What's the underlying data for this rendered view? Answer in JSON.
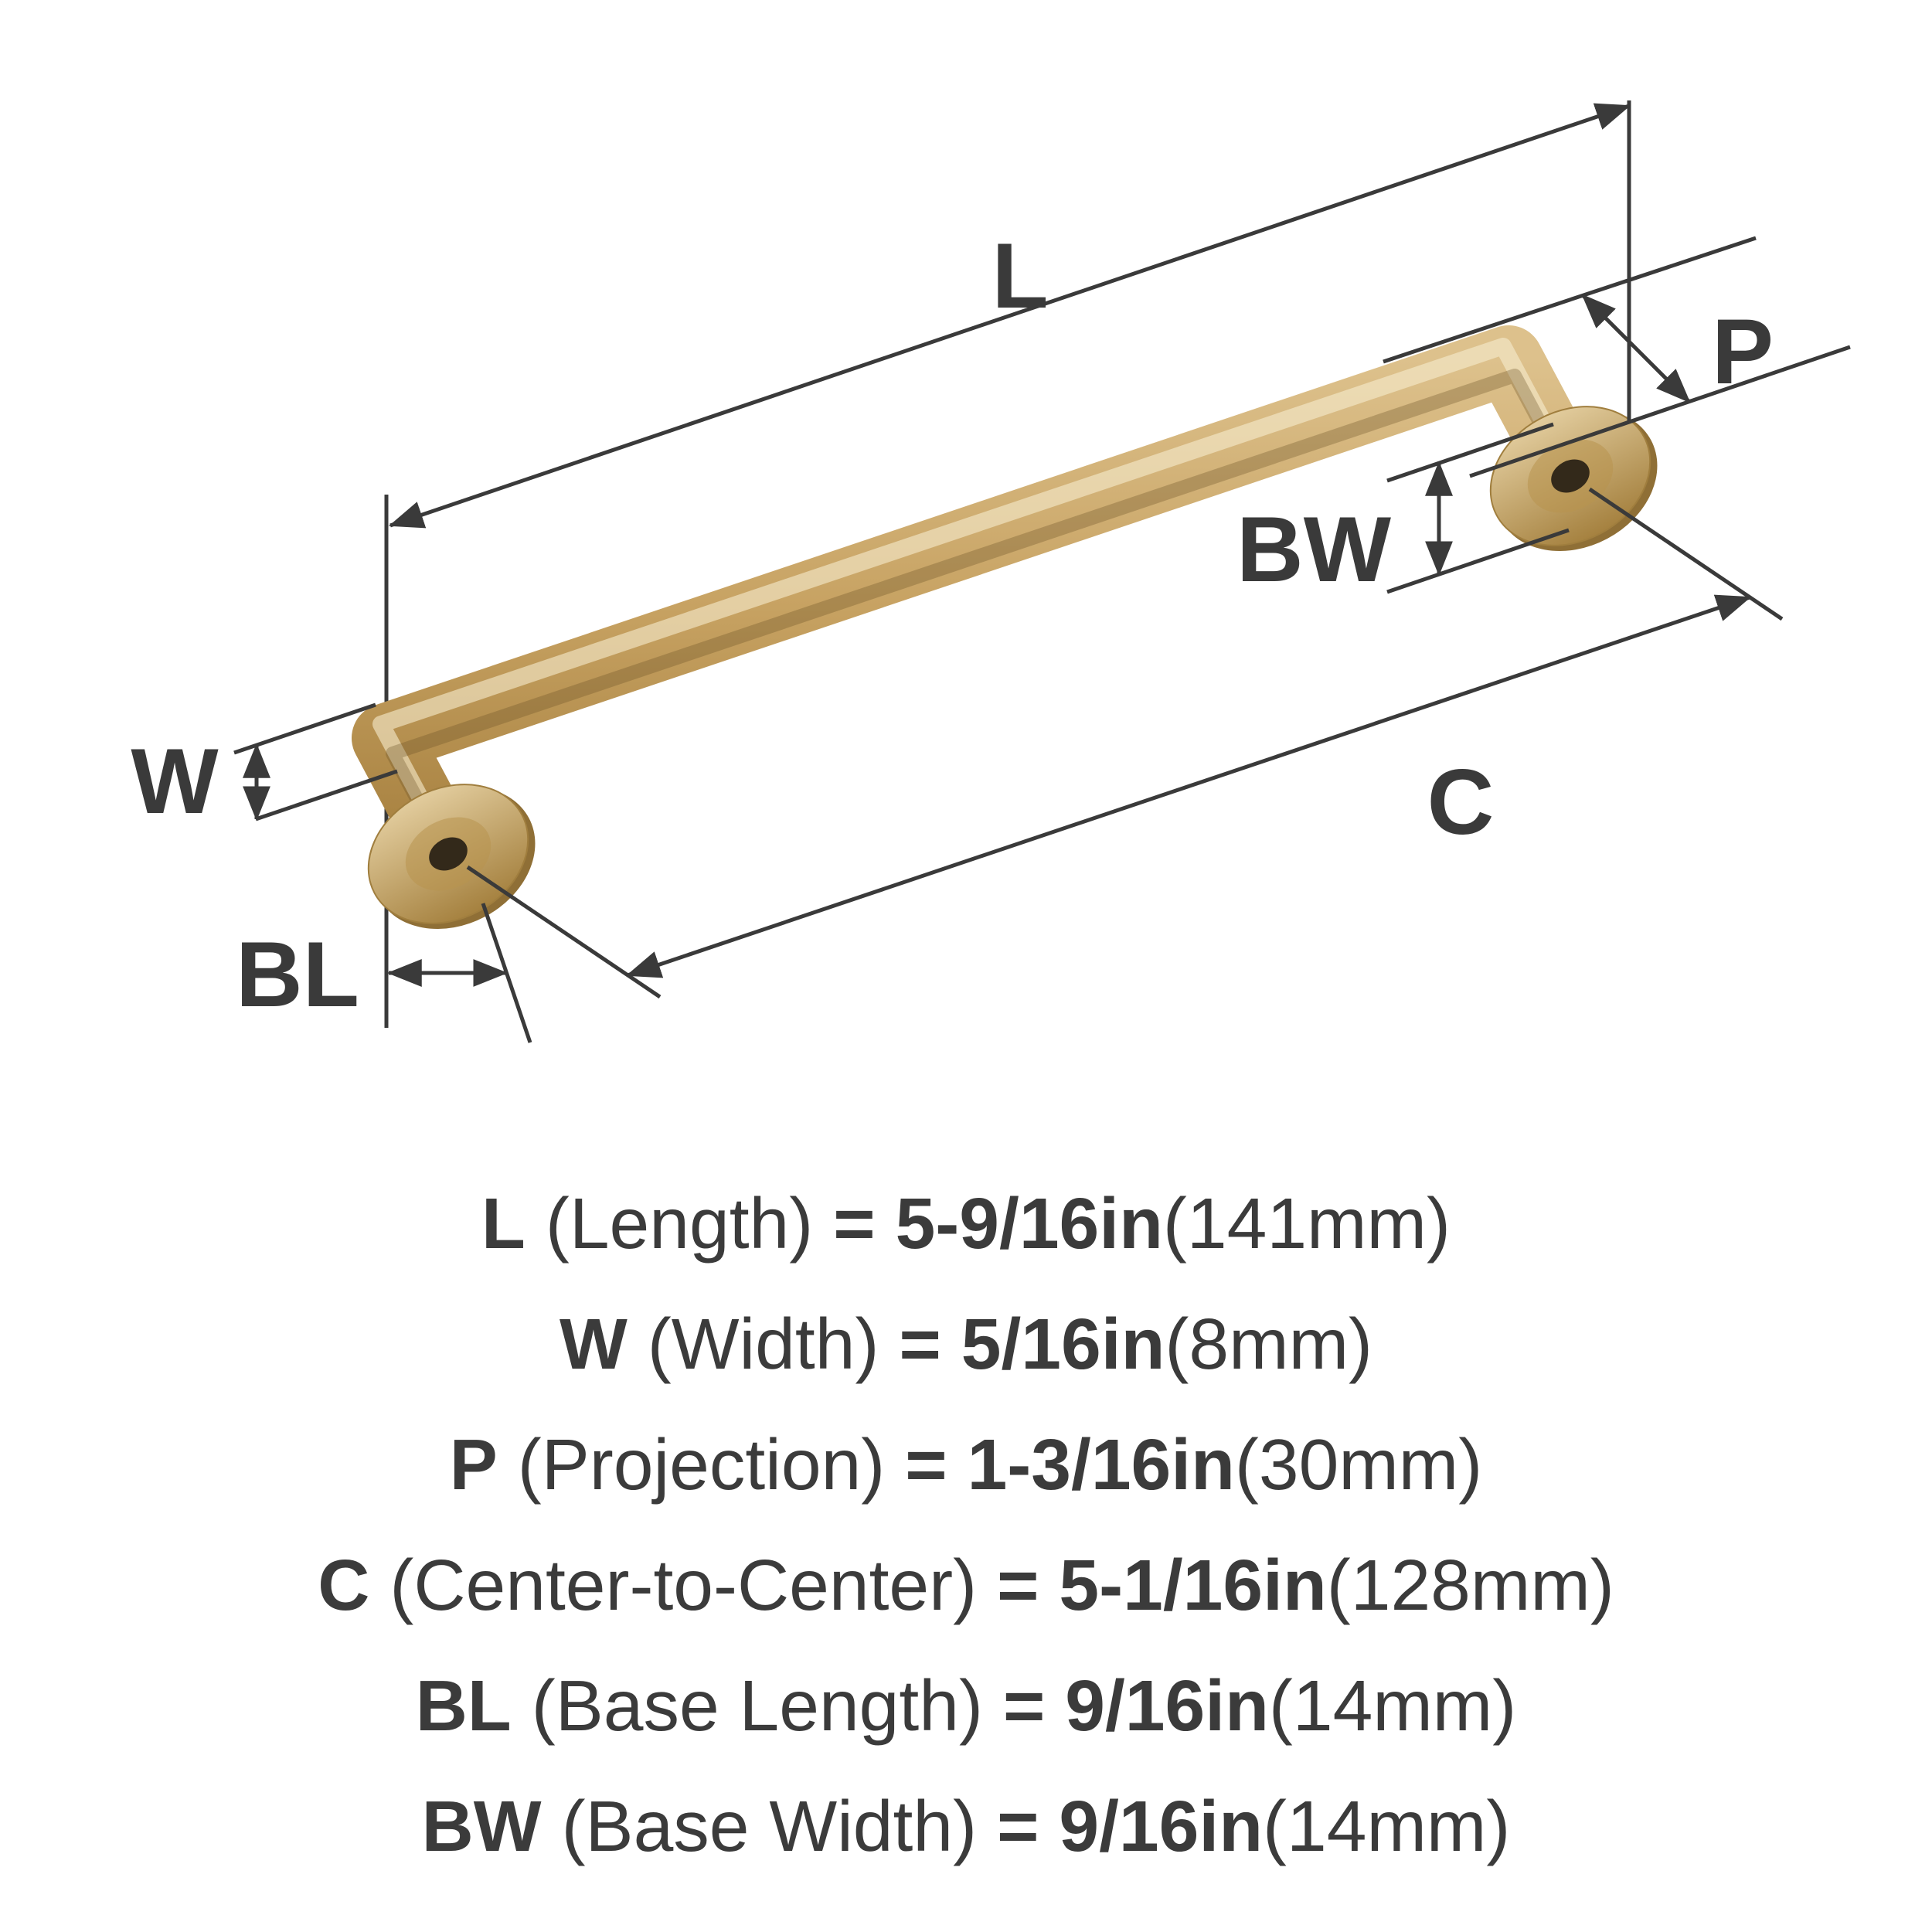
{
  "diagram": {
    "labels": {
      "L": "L",
      "W": "W",
      "P": "P",
      "C": "C",
      "BL": "BL",
      "BW": "BW"
    },
    "colors": {
      "handle_light": "#ddc18c",
      "handle_mid": "#c7a262",
      "handle_dark": "#a57f3e",
      "hole": "#33291a",
      "dimension_line": "#3a3a3a",
      "background": "#ffffff"
    }
  },
  "legend": {
    "rows": [
      {
        "key": "L",
        "desc": "(Length)",
        "equals": "=",
        "value": "5-9/16in",
        "metric": "(141mm)"
      },
      {
        "key": "W",
        "desc": "(Width)",
        "equals": "=",
        "value": "5/16in",
        "metric": "(8mm)"
      },
      {
        "key": "P",
        "desc": "(Projection)",
        "equals": "=",
        "value": "1-3/16in",
        "metric": "(30mm)"
      },
      {
        "key": "C",
        "desc": "(Center-to-Center)",
        "equals": "=",
        "value": "5-1/16in",
        "metric": "(128mm)"
      },
      {
        "key": "BL",
        "desc": "(Base Length)",
        "equals": "=",
        "value": "9/16in",
        "metric": "(14mm)"
      },
      {
        "key": "BW",
        "desc": "(Base Width)",
        "equals": "=",
        "value": "9/16in",
        "metric": "(14mm)"
      }
    ]
  }
}
